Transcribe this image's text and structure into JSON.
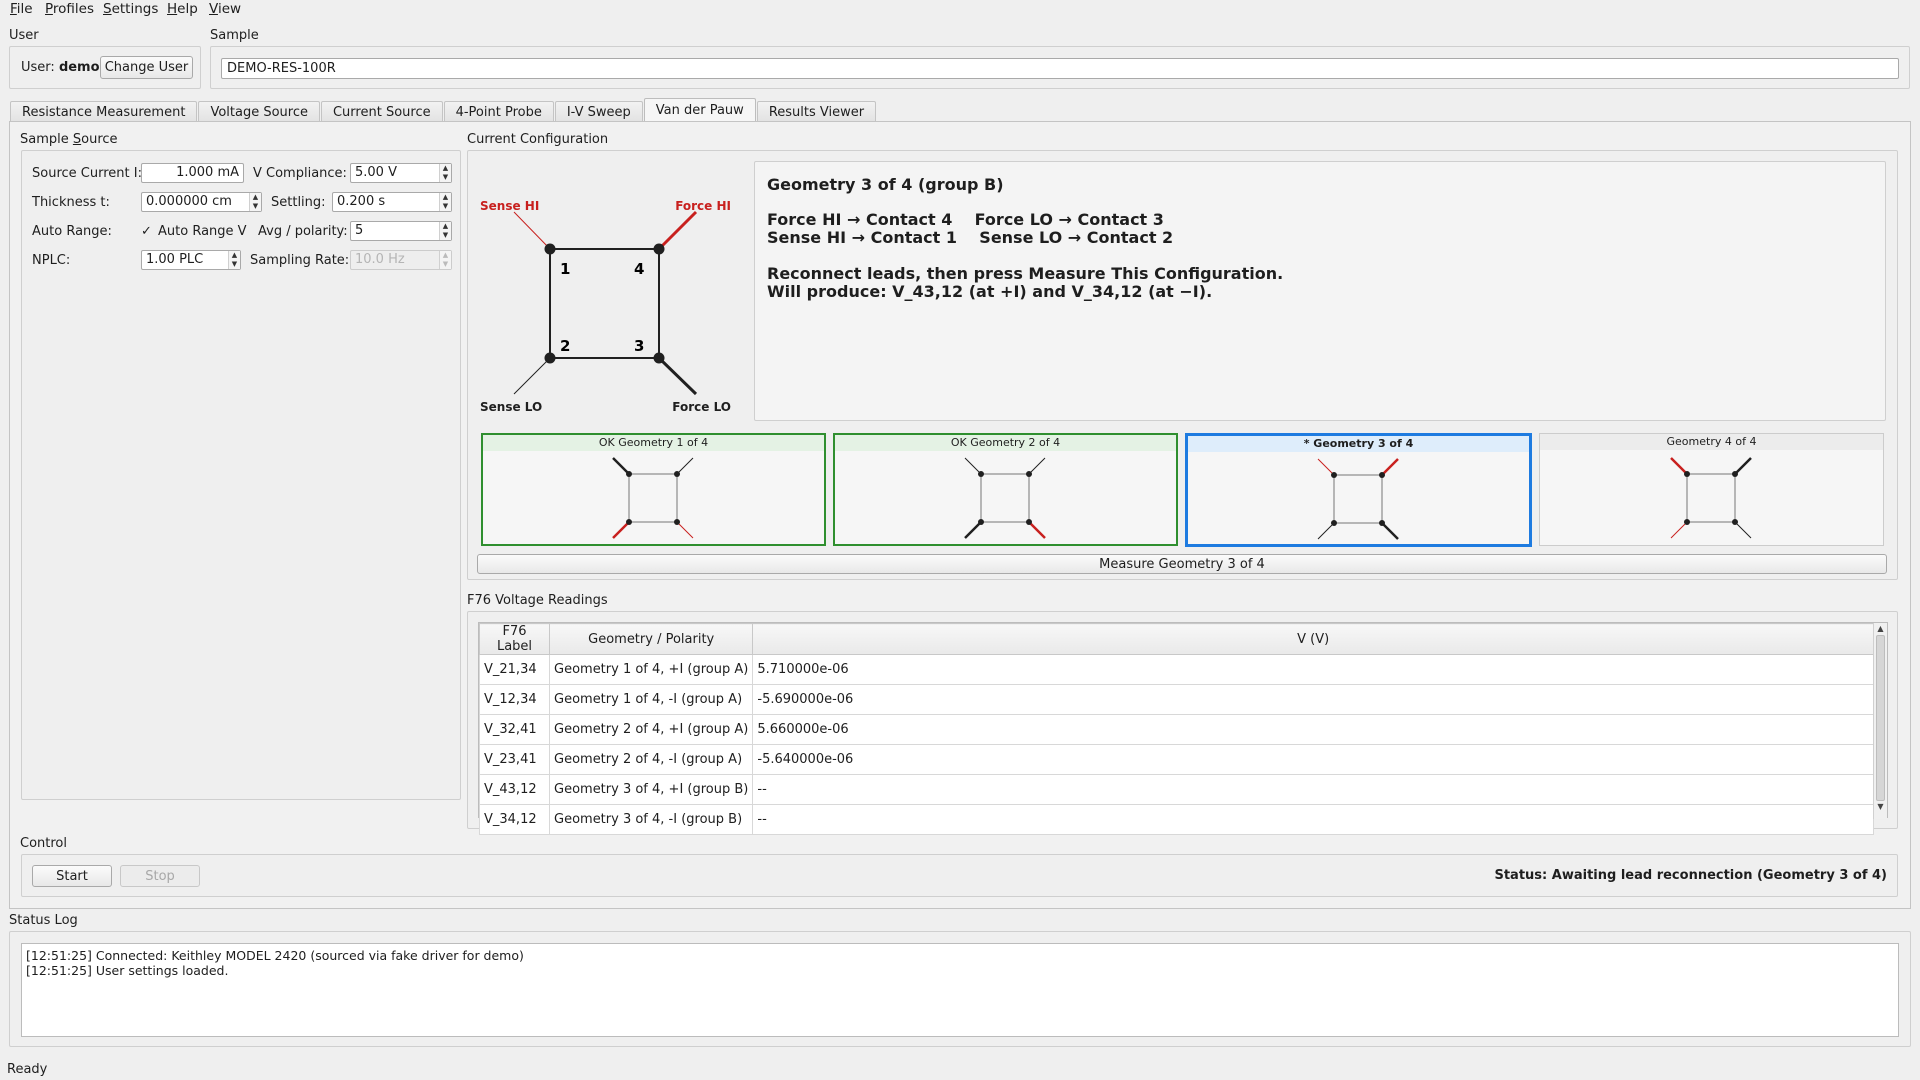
{
  "menu": [
    {
      "label": "File",
      "u": "F",
      "rest": "ile"
    },
    {
      "label": "Profiles",
      "u": "P",
      "rest": "rofiles"
    },
    {
      "label": "Settings",
      "u": "S",
      "rest": "ettings"
    },
    {
      "label": "Help",
      "u": "H",
      "rest": "elp"
    },
    {
      "label": "View",
      "u": "V",
      "rest": "iew"
    }
  ],
  "user": {
    "section_label": "User",
    "prefix": "User:",
    "name": "demo",
    "change_button": "Change User"
  },
  "sample": {
    "section_label": "Sample",
    "value": "DEMO-RES-100R"
  },
  "tabs": [
    "Resistance Measurement",
    "Voltage Source",
    "Current Source",
    "4-Point Probe",
    "I-V Sweep",
    "Van der Pauw",
    "Results Viewer"
  ],
  "active_tab": "Van der Pauw",
  "source": {
    "title": "Sample Source",
    "source_current_label": "Source Current I:",
    "source_current_value": "1.000 mA",
    "v_compliance_label": "V Compliance:",
    "v_compliance_value": "5.00 V",
    "thickness_label": "Thickness t:",
    "thickness_value": "0.000000 cm",
    "settling_label": "Settling:",
    "settling_value": "0.200 s",
    "auto_range_label": "Auto Range:",
    "auto_range_check": "Auto Range V",
    "avg_label": "Avg / polarity:",
    "avg_value": "5",
    "nplc_label": "NPLC:",
    "nplc_value": "1.00 PLC",
    "sampling_label": "Sampling Rate:",
    "sampling_value": "10.0 Hz"
  },
  "config": {
    "title": "Current Configuration",
    "diagram": {
      "sense_hi": "Sense HI",
      "force_hi": "Force HI",
      "sense_lo": "Sense LO",
      "force_lo": "Force LO",
      "contact_1": "1",
      "contact_2": "2",
      "contact_3": "3",
      "contact_4": "4"
    },
    "heading": "Geometry 3 of 4 (group B)",
    "line1": "Force HI → Contact 4    Force LO → Contact 3",
    "line2": "Sense HI → Contact 1    Sense LO → Contact 2",
    "line3": "Reconnect leads, then press Measure This Configuration.",
    "line4": "Will produce: V_43,12 (at +I) and V_34,12 (at −I).",
    "cards": [
      {
        "label": "OK Geometry 1 of 4",
        "state": "ok"
      },
      {
        "label": "OK Geometry 2 of 4",
        "state": "ok"
      },
      {
        "label": "* Geometry 3 of 4",
        "state": "current"
      },
      {
        "label": "Geometry 4 of 4",
        "state": "pending"
      }
    ],
    "measure_button": "Measure Geometry 3 of 4"
  },
  "readings": {
    "title": "F76 Voltage Readings",
    "columns": [
      "F76 Label",
      "Geometry / Polarity",
      "V (V)"
    ],
    "rows": [
      [
        "V_21,34",
        "Geometry 1 of 4, +I (group A)",
        "5.710000e-06"
      ],
      [
        "V_12,34",
        "Geometry 1 of 4, -I (group A)",
        "-5.690000e-06"
      ],
      [
        "V_32,41",
        "Geometry 2 of 4, +I (group A)",
        "5.660000e-06"
      ],
      [
        "V_23,41",
        "Geometry 2 of 4, -I (group A)",
        "-5.640000e-06"
      ],
      [
        "V_43,12",
        "Geometry 3 of 4, +I (group B)",
        "--"
      ],
      [
        "V_34,12",
        "Geometry 3 of 4, -I (group B)",
        "--"
      ]
    ]
  },
  "control": {
    "title": "Control",
    "start": "Start",
    "stop": "Stop",
    "status": "Status: Awaiting lead reconnection (Geometry 3 of 4)"
  },
  "log": {
    "title": "Status Log",
    "lines": [
      "[12:51:25] Connected: Keithley MODEL 2420 (sourced via fake driver for demo)",
      "[12:51:25] User settings loaded."
    ]
  },
  "statusbar": "Ready",
  "colors": {
    "lead_red": "#c8201e",
    "current_blue": "#1e7be0",
    "ok_green": "#2f8f2f"
  }
}
